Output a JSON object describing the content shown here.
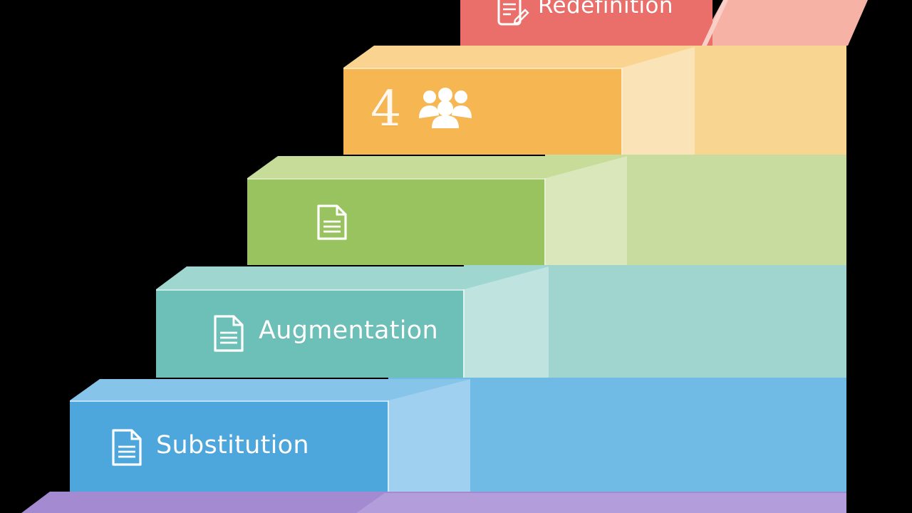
{
  "steps": [
    {
      "key": "redefinition",
      "label": "Redefinition",
      "icon": "edit-document-icon",
      "colors": {
        "top": "#f7b0a5",
        "front": "#ea6f6a",
        "side": "#f4a8a0",
        "sideLight": "#f8c0b6"
      }
    },
    {
      "key": "modification",
      "label": "4",
      "icon": "users-group-icon",
      "colors": {
        "top": "#fbd390",
        "front": "#f6b652",
        "side": "#f7d38f",
        "sideLight": "#fae2b4"
      }
    },
    {
      "key": "augmentation-upper",
      "label": "",
      "icon": "document-icon",
      "colors": {
        "top": "#c6dc98",
        "front": "#99c35f",
        "side": "#c9dc9e",
        "sideLight": "#d8e6b6"
      }
    },
    {
      "key": "augmentation",
      "label": "Augmentation",
      "icon": "document-icon",
      "colors": {
        "top": "#9fd6d0",
        "front": "#6cc0b8",
        "side": "#a3d6d0",
        "sideLight": "#bee3de"
      }
    },
    {
      "key": "substitution",
      "label": "Substitution",
      "icon": "document-icon",
      "colors": {
        "top": "#86c4ea",
        "front": "#4ea7dc",
        "side": "#78bfe6",
        "sideLight": "#a3d4f0"
      }
    },
    {
      "key": "base",
      "label": "",
      "icon": "",
      "colors": {
        "top": "#a98bd0",
        "front": "#8c66bf",
        "side": "#9f82cb",
        "sideLight": "#b89fd9"
      }
    }
  ]
}
